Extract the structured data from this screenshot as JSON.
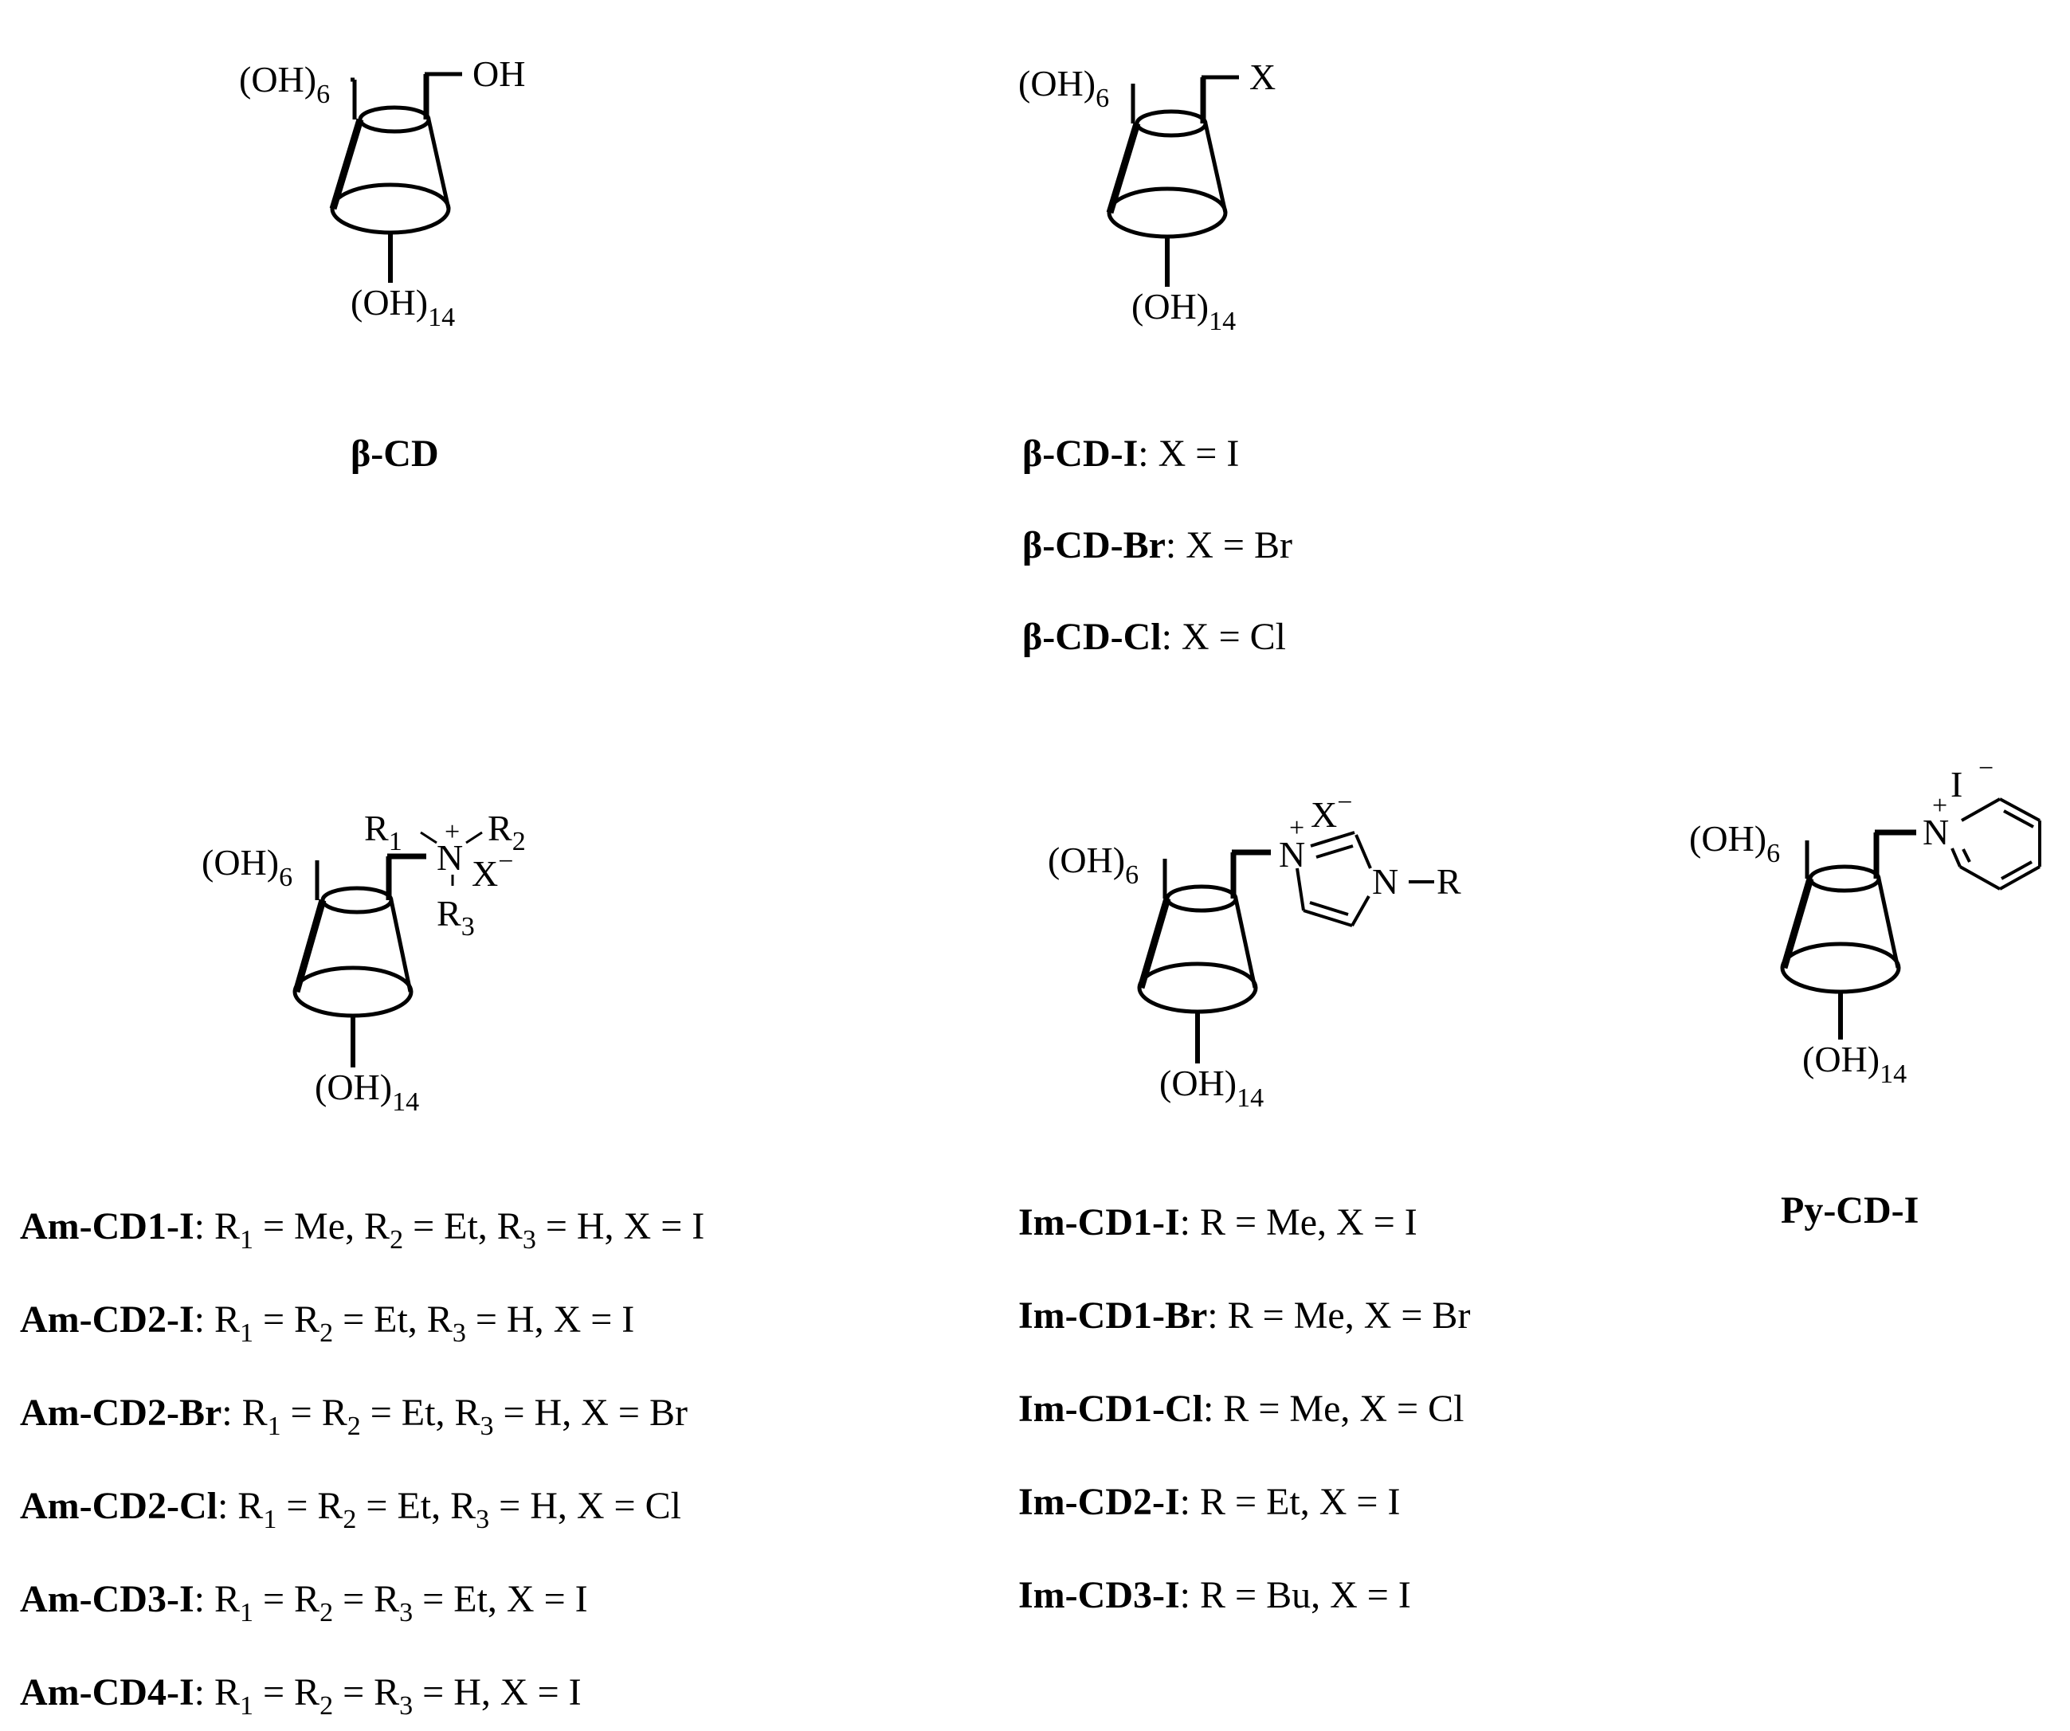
{
  "colors": {
    "ink": "#000000",
    "background": "#ffffff"
  },
  "structures": {
    "bcd": {
      "top_label": "(OH)",
      "top_sub": "6",
      "side_group": "OH",
      "bottom_label": "(OH)",
      "bottom_sub": "14",
      "name": "β-CD"
    },
    "bcdx": {
      "top_label": "(OH)",
      "top_sub": "6",
      "side_group": "X",
      "bottom_label": "(OH)",
      "bottom_sub": "14",
      "entries": [
        {
          "name": "β-CD-I",
          "desc": ": X = I"
        },
        {
          "name": "β-CD-Br",
          "desc": ": X = Br"
        },
        {
          "name": "β-CD-Cl",
          "desc": ": X = Cl"
        }
      ]
    },
    "am": {
      "top_label": "(OH)",
      "top_sub": "6",
      "bottom_label": "(OH)",
      "bottom_sub": "14",
      "n": "N",
      "plus": "+",
      "r": "R",
      "r1_sub": "1",
      "r2_sub": "2",
      "r3_sub": "3",
      "x": "X",
      "minus": "−"
    },
    "im": {
      "top_label": "(OH)",
      "top_sub": "6",
      "bottom_label": "(OH)",
      "bottom_sub": "14",
      "n_plus": "N",
      "plus": "+",
      "x": "X",
      "minus": "−",
      "n_r": "N",
      "r": "R"
    },
    "py": {
      "top_label": "(OH)",
      "top_sub": "6",
      "bottom_label": "(OH)",
      "bottom_sub": "14",
      "n": "N",
      "plus": "+",
      "i": "I",
      "minus": "−",
      "name": "Py-CD-I"
    }
  },
  "am_entries": [
    {
      "name": "Am-CD1-I",
      "parts": [
        ": R",
        "1",
        " = Me, R",
        "2",
        " = Et, R",
        "3",
        " = H, X = I"
      ]
    },
    {
      "name": "Am-CD2-I",
      "parts": [
        ": R",
        "1",
        " = R",
        "2",
        " = Et, R",
        "3",
        " = H, X = I"
      ]
    },
    {
      "name": "Am-CD2-Br",
      "parts": [
        ": R",
        "1",
        " = R",
        "2",
        " = Et, R",
        "3",
        " = H, X = Br"
      ]
    },
    {
      "name": "Am-CD2-Cl",
      "parts": [
        ": R",
        "1",
        " = R",
        "2",
        " = Et, R",
        "3",
        " = H, X = Cl"
      ]
    },
    {
      "name": "Am-CD3-I",
      "parts": [
        ": R",
        "1",
        " = R",
        "2",
        " = R",
        "3",
        " = Et, X = I"
      ]
    },
    {
      "name": "Am-CD4-I",
      "parts": [
        ": R",
        "1",
        " = R",
        "2",
        " = R",
        "3",
        " = H, X = I"
      ]
    }
  ],
  "im_entries": [
    {
      "name": "Im-CD1-I",
      "desc": ": R = Me, X = I"
    },
    {
      "name": "Im-CD1-Br",
      "desc": ": R = Me, X = Br"
    },
    {
      "name": "Im-CD1-Cl",
      "desc": ": R = Me, X = Cl"
    },
    {
      "name": "Im-CD2-I",
      "desc": ": R = Et, X = I"
    },
    {
      "name": "Im-CD3-I",
      "desc": ": R = Bu, X = I"
    }
  ]
}
